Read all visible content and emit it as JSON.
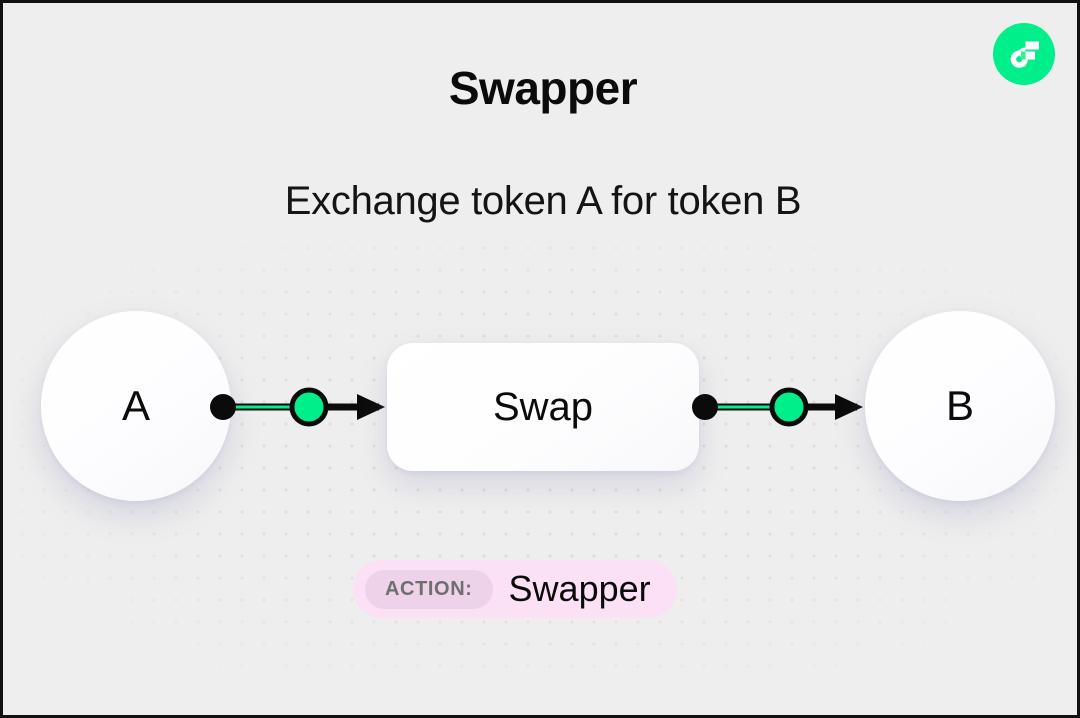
{
  "page": {
    "title": "Swapper",
    "subtitle": "Exchange token A for token B",
    "background_color": "#eeeeee",
    "accent_color": "#00ef8b"
  },
  "brand": {
    "logo_icon": "flow-logo-icon",
    "logo_color": "#00ef8b"
  },
  "diagram": {
    "source_node": {
      "label": "A",
      "icon": "token-circle-icon"
    },
    "process_node": {
      "label": "Swap",
      "icon": "process-box-icon"
    },
    "target_node": {
      "label": "B",
      "icon": "token-circle-icon"
    },
    "connectors": [
      {
        "icon": "arrow-connector-icon",
        "from": "A",
        "to": "Swap",
        "marker_color": "#00ef8b"
      },
      {
        "icon": "arrow-connector-icon",
        "from": "Swap",
        "to": "B",
        "marker_color": "#00ef8b"
      }
    ]
  },
  "action_badge": {
    "tag_label": "ACTION:",
    "value": "Swapper",
    "pill_color": "#fbe0f6",
    "tag_color": "#eed2ea"
  }
}
